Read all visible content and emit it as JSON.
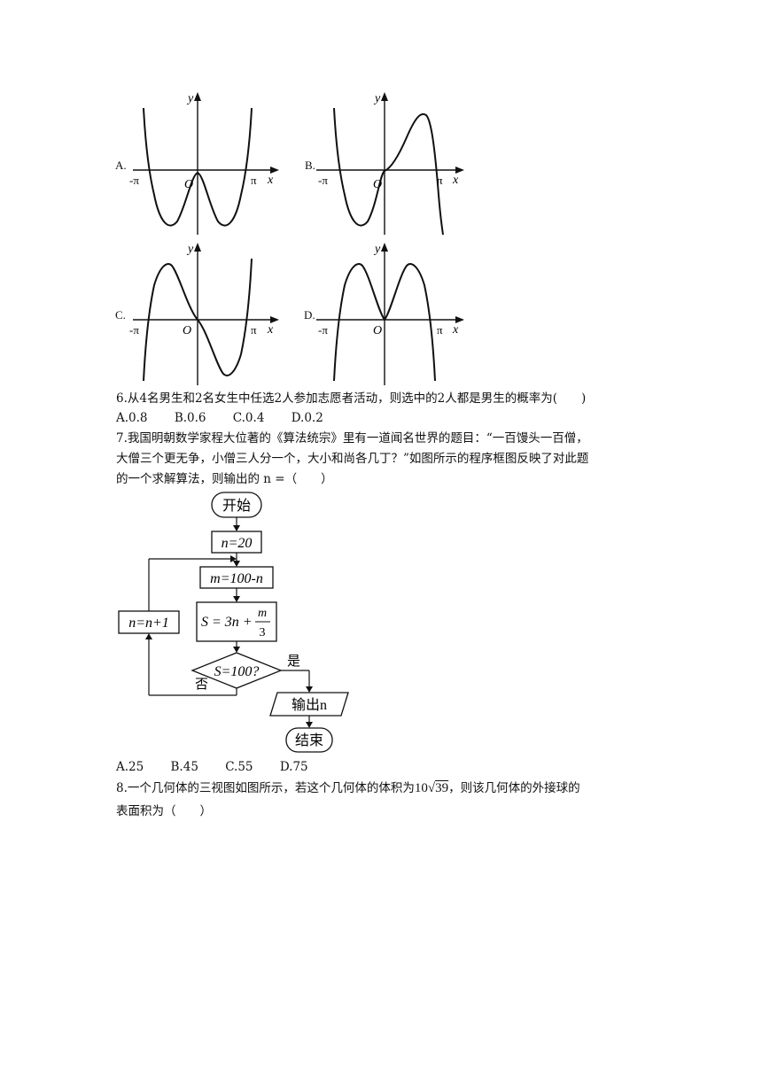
{
  "graphs": [
    {
      "option": "A.",
      "y": "y",
      "x": "x",
      "origin": "O",
      "neg": "-π",
      "pos": "π"
    },
    {
      "option": "B.",
      "y": "y",
      "x": "x",
      "origin": "O",
      "neg": "-π",
      "pos": "π"
    },
    {
      "option": "C.",
      "y": "y",
      "x": "x",
      "origin": "O",
      "neg": "-π",
      "pos": "π"
    },
    {
      "option": "D.",
      "y": "y",
      "x": "x",
      "origin": "O",
      "neg": "-π",
      "pos": "π"
    }
  ],
  "q6": {
    "text": "6.从4名男生和2名女生中任选2人参加志愿者活动，则选中的2人都是男生的概率为(　　)",
    "options": [
      "A.0.8",
      "B.0.6",
      "C.0.4",
      "D.0.2"
    ]
  },
  "q7": {
    "line1": "7.我国明朝数学家程大位著的《算法统宗》里有一道闻名世界的题目：“一百馒头一百僧，",
    "line2": "大僧三个更无争，小僧三人分一个，大小和尚各几丁？”如图所示的程序框图反映了对此题",
    "line3": "的一个求解算法，则输出的 n =（　　）",
    "options": [
      "A.25",
      "B.45",
      "C.55",
      "D.75"
    ]
  },
  "flowchart": {
    "start": "开始",
    "init": "n=20",
    "assign": "m=100-n",
    "sum_left": "S = 3n +",
    "sum_num": "m",
    "sum_den": "3",
    "condition": "S=100?",
    "yes": "是",
    "no": "否",
    "increment": "n=n+1",
    "output": "输出n",
    "end": "结束"
  },
  "q8": {
    "line1_a": "8.一个几何体的三视图如图所示，若这个几何体的体积为",
    "volume_coef": "10",
    "volume_radicand": "39",
    "line1_b": "，则该几何体的外接球的",
    "line2": "表面积为（　　）"
  }
}
